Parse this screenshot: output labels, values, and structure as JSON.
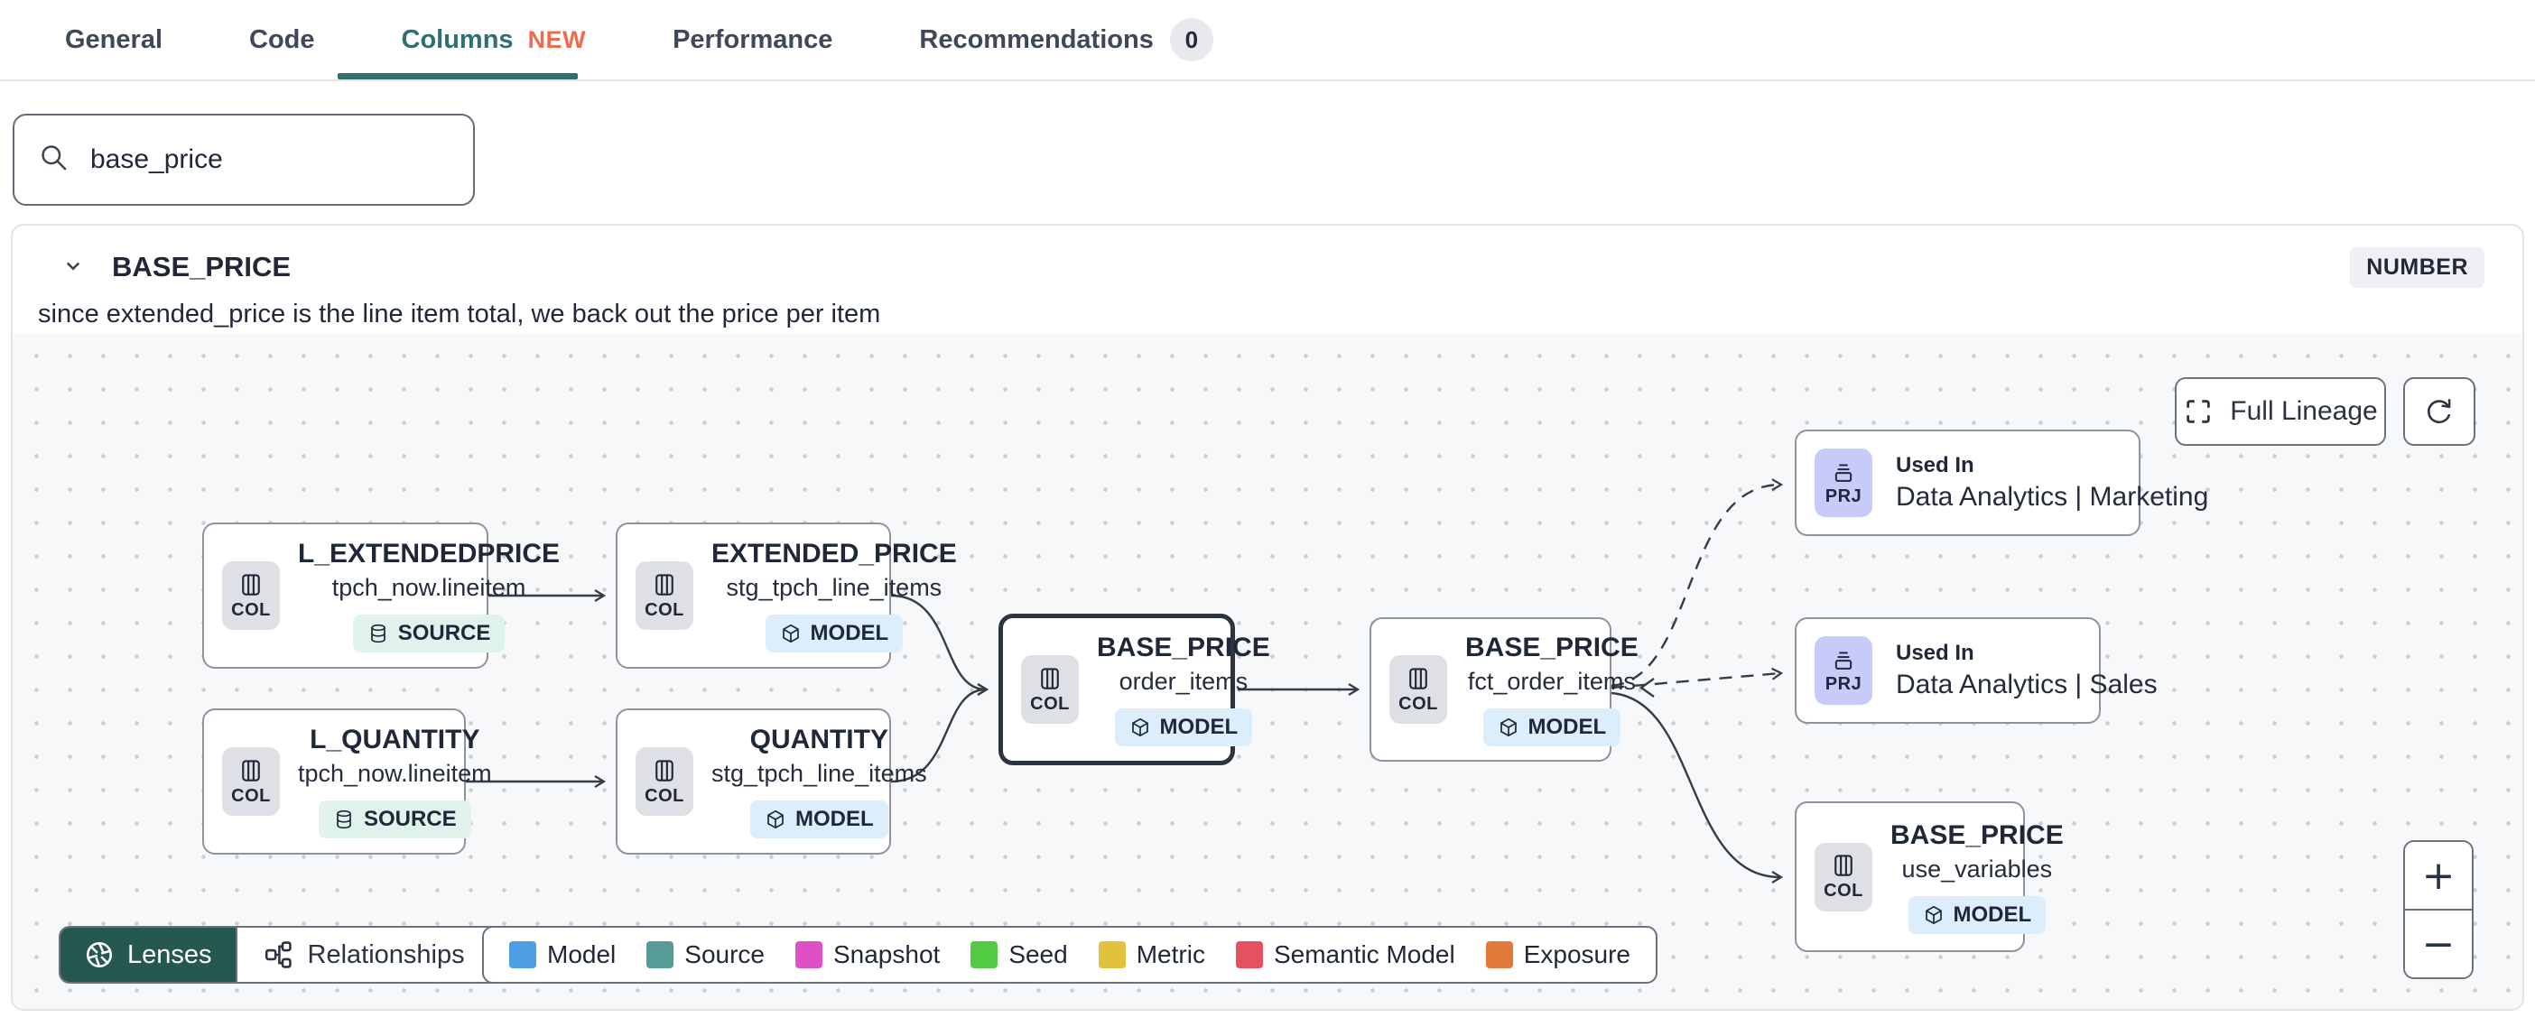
{
  "tabs": {
    "general": "General",
    "code": "Code",
    "columns": "Columns",
    "columns_badge": "NEW",
    "performance": "Performance",
    "recommendations": "Recommendations",
    "recommendations_count": "0"
  },
  "search": {
    "value": "base_price"
  },
  "column": {
    "name": "BASE_PRICE",
    "type": "NUMBER",
    "description": "since extended_price is the line item total, we back out the price per item"
  },
  "lineage": {
    "full_lineage_label": "Full Lineage",
    "nodes": [
      {
        "title": "L_EXTENDEDPRICE",
        "subtitle": "tpch_now.lineitem",
        "badge": "SOURCE",
        "icon": "COL"
      },
      {
        "title": "EXTENDED_PRICE",
        "subtitle": "stg_tpch_line_items",
        "badge": "MODEL",
        "icon": "COL"
      },
      {
        "title": "L_QUANTITY",
        "subtitle": "tpch_now.lineitem",
        "badge": "SOURCE",
        "icon": "COL"
      },
      {
        "title": "QUANTITY",
        "subtitle": "stg_tpch_line_items",
        "badge": "MODEL",
        "icon": "COL"
      },
      {
        "title": "BASE_PRICE",
        "subtitle": "order_items",
        "badge": "MODEL",
        "icon": "COL"
      },
      {
        "title": "BASE_PRICE",
        "subtitle": "fct_order_items",
        "badge": "MODEL",
        "icon": "COL"
      },
      {
        "label": "Used In",
        "title": "Data Analytics | Marketing",
        "icon": "PRJ"
      },
      {
        "label": "Used In",
        "title": "Data Analytics | Sales",
        "icon": "PRJ"
      },
      {
        "title": "BASE_PRICE",
        "subtitle": "use_variables",
        "badge": "MODEL",
        "icon": "COL"
      }
    ],
    "toolbar": {
      "lenses": "Lenses",
      "relationships": "Relationships"
    },
    "legend": [
      {
        "label": "Model",
        "color": "#4D9EE2"
      },
      {
        "label": "Source",
        "color": "#579B96"
      },
      {
        "label": "Snapshot",
        "color": "#E050C5"
      },
      {
        "label": "Seed",
        "color": "#54CB45"
      },
      {
        "label": "Metric",
        "color": "#E2C23C"
      },
      {
        "label": "Semantic Model",
        "color": "#E5515F"
      },
      {
        "label": "Exposure",
        "color": "#E2793B"
      }
    ],
    "zoom": {
      "in": "+",
      "out": "−"
    }
  }
}
